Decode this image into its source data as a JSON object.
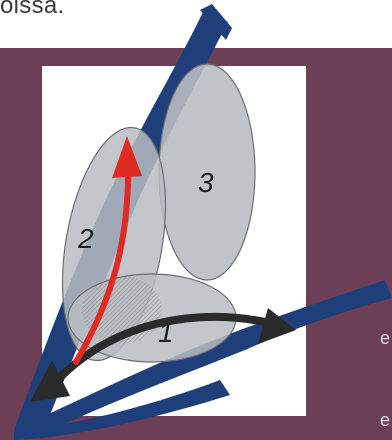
{
  "header": {
    "text": "oissa."
  },
  "side_fragments": [
    "e",
    "e"
  ],
  "diagram": {
    "regions": [
      {
        "label": "1"
      },
      {
        "label": "2"
      },
      {
        "label": "3"
      }
    ]
  },
  "colors": {
    "panel": "#6c3f57",
    "brush": "#1f3f7a",
    "ellipse": "#b9bcc2",
    "arrow_red": "#e02a24",
    "arrow_dark": "#2b2b2b"
  }
}
